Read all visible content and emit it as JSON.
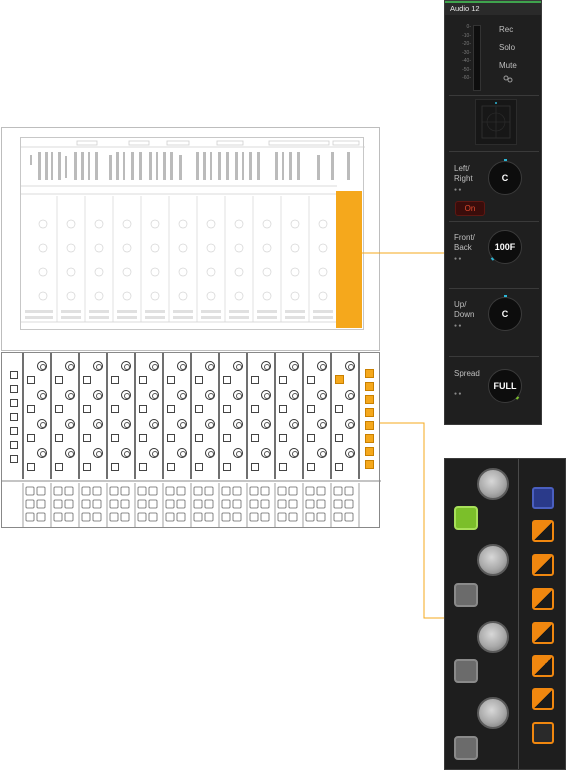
{
  "panel": {
    "title": "Audio 12",
    "meter_labels": [
      "0-",
      "-10-",
      "-20-",
      "-30-",
      "-40-",
      "-50-",
      "-60-"
    ],
    "buttons": {
      "rec": "Rec",
      "solo": "Solo",
      "mute": "Mute"
    },
    "left_right": {
      "label_1": "Left/",
      "label_2": "Right",
      "value": "C"
    },
    "on_button": "On",
    "front_back": {
      "label_1": "Front/",
      "label_2": "Back",
      "value": "100F"
    },
    "up_down": {
      "label_1": "Up/",
      "label_2": "Down",
      "value": "C"
    },
    "spread": {
      "label": "Spread",
      "value": "FULL"
    }
  },
  "colors": {
    "orange": "#f5a81c",
    "green": "#7bbf2a",
    "blue": "#2a3a8a",
    "on_red": "#e34b2f",
    "meter_teal": "#2bb6d6"
  },
  "icons": {
    "knob": "rotary-knob-icon",
    "pan_link": "link-icon"
  }
}
